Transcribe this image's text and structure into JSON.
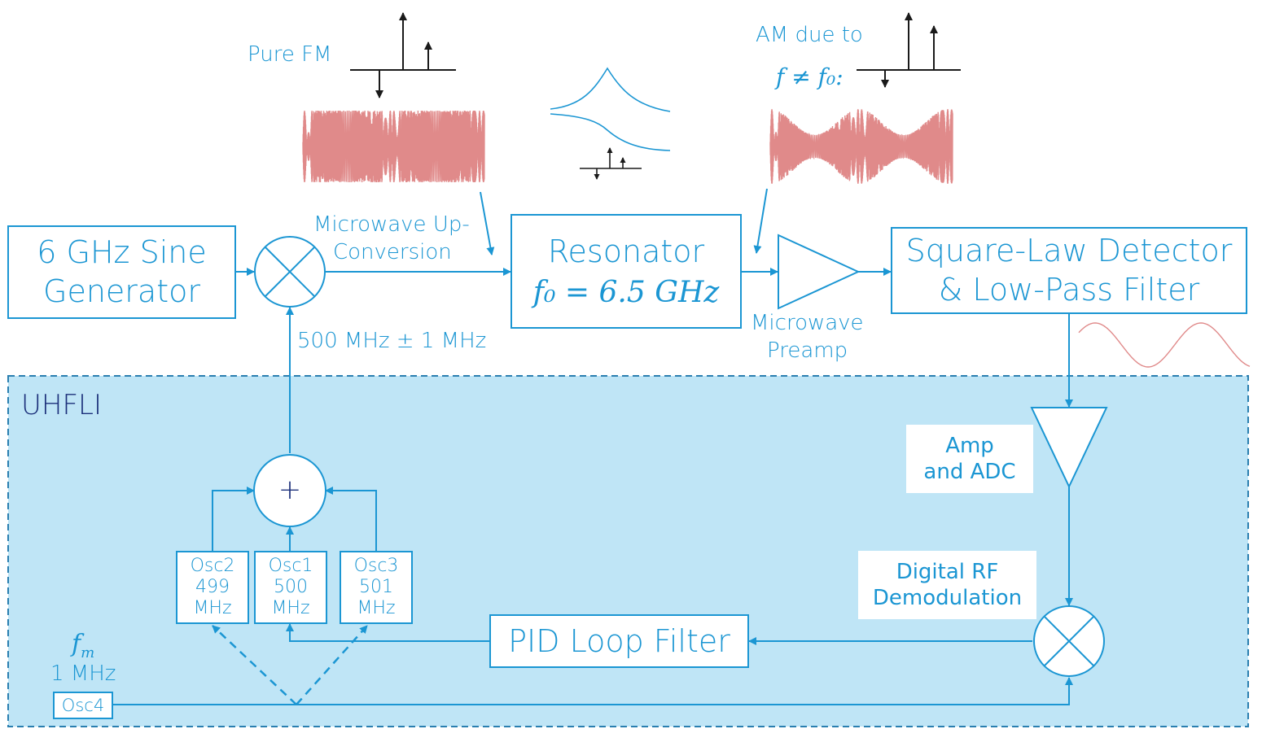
{
  "colors": {
    "accent": "#1b96d3",
    "panel": "#bfe5f6",
    "panel_border": "#2a7fb0",
    "uhfli_title": "#1b2f7a",
    "signal": "#e08a8a",
    "spectrum": "#1a1a1a"
  },
  "labels": {
    "pure_fm": "Pure FM",
    "am_due_to": "AM due to",
    "am_condition": "f ≠ f₀:",
    "microwave_upconversion_1": "Microwave Up-",
    "microwave_upconversion_2": "Conversion",
    "offset_freq": "500 MHz ± 1 MHz",
    "microwave_preamp_1": "Microwave",
    "microwave_preamp_2": "Preamp",
    "amp_adc_1": "Amp",
    "amp_adc_2": "and ADC",
    "digital_rf_1": "Digital RF",
    "digital_rf_2": "Demodulation",
    "fm_symbol": "fm",
    "fm_value": "1 MHz"
  },
  "blocks": {
    "sine_gen_1": "6 GHz Sine",
    "sine_gen_2": "Generator",
    "resonator_title": "Resonator",
    "resonator_eq": "f₀ = 6.5 GHz",
    "detector_1": "Square-Law Detector",
    "detector_2": "& Low-Pass Filter",
    "pid": "PID Loop Filter",
    "uhfli": "UHFLI",
    "adder_symbol": "+"
  },
  "oscillators": {
    "osc1": {
      "name": "Osc1",
      "value": "500",
      "unit": "MHz"
    },
    "osc2": {
      "name": "Osc2",
      "value": "499",
      "unit": "MHz"
    },
    "osc3": {
      "name": "Osc3",
      "value": "501",
      "unit": "MHz"
    },
    "osc4": {
      "name": "Osc4"
    }
  },
  "icons": {
    "mixer": "mixer-icon",
    "adder": "adder-icon",
    "amplifier": "amplifier-icon"
  }
}
